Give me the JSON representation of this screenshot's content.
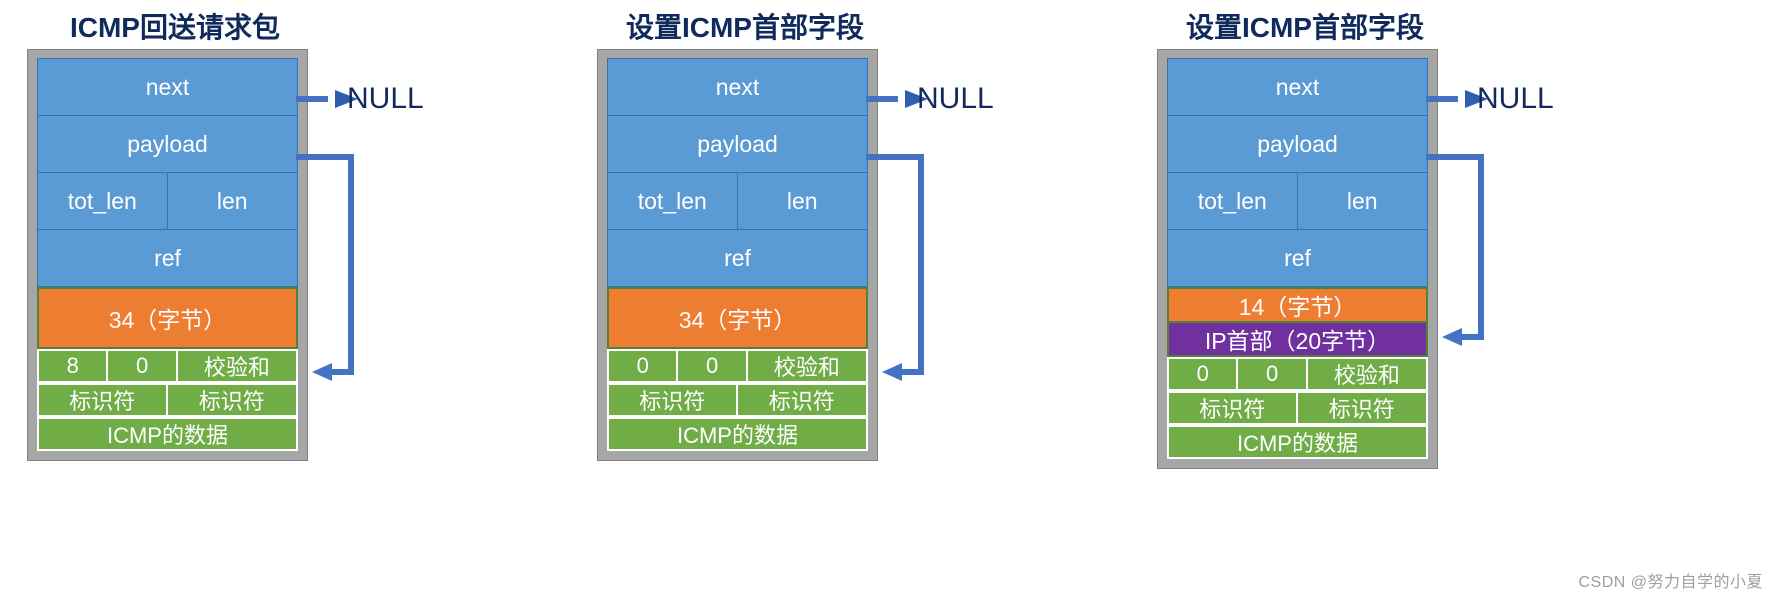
{
  "meta": {
    "watermark": "CSDN @努力自学的小夏"
  },
  "colors": {
    "title": "#102a5c",
    "blue_fill": "#5b9bd5",
    "blue_border": "#2e75b6",
    "orange_fill": "#ed7d31",
    "purple_fill": "#7030a0",
    "green_fill": "#70ad47",
    "frame_gray": "#a6a6a6",
    "arrow_blue": "#4472c4",
    "watermark_gray": "#9f9f9f"
  },
  "panels": [
    {
      "title": "ICMP回送请求包",
      "null_label": "NULL",
      "fields": {
        "next": "next",
        "payload": "payload",
        "tot_len": "tot_len",
        "len": "len",
        "ref": "ref"
      },
      "orange": "34（字节）",
      "has_ip_header": false,
      "ip_header": "",
      "icmp": {
        "type": "8",
        "code": "0",
        "checksum": "校验和",
        "id_left": "标识符",
        "id_right": "标识符",
        "data": "ICMP的数据"
      }
    },
    {
      "title": "设置ICMP首部字段",
      "null_label": "NULL",
      "fields": {
        "next": "next",
        "payload": "payload",
        "tot_len": "tot_len",
        "len": "len",
        "ref": "ref"
      },
      "orange": "34（字节）",
      "has_ip_header": false,
      "ip_header": "",
      "icmp": {
        "type": "0",
        "code": "0",
        "checksum": "校验和",
        "id_left": "标识符",
        "id_right": "标识符",
        "data": "ICMP的数据"
      }
    },
    {
      "title": "设置ICMP首部字段",
      "null_label": "NULL",
      "fields": {
        "next": "next",
        "payload": "payload",
        "tot_len": "tot_len",
        "len": "len",
        "ref": "ref"
      },
      "orange": "14（字节）",
      "has_ip_header": true,
      "ip_header": "IP首部（20字节）",
      "icmp": {
        "type": "0",
        "code": "0",
        "checksum": "校验和",
        "id_left": "标识符",
        "id_right": "标识符",
        "data": "ICMP的数据"
      }
    }
  ]
}
